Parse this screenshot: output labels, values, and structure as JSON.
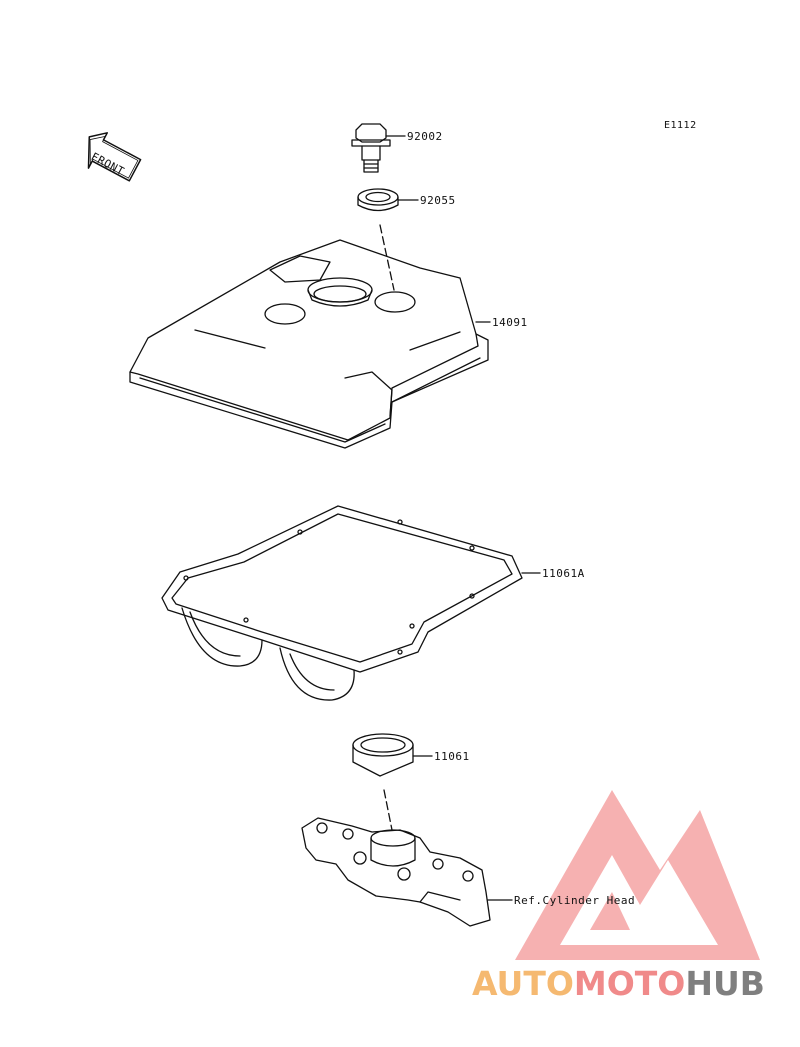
{
  "diagram": {
    "code": "E1112",
    "front_label": "FRONT",
    "parts": [
      {
        "number": "92002"
      },
      {
        "number": "92055"
      },
      {
        "number": "14091"
      },
      {
        "number": "11061A"
      },
      {
        "number": "11061"
      },
      {
        "number": "Ref.Cylinder Head"
      }
    ]
  },
  "watermark": {
    "part1": "AUTO",
    "part2": "MOTO",
    "part3": "HUB",
    "color1": "#f5b971",
    "color2": "#f08a8a",
    "color3": "#7f7f7f"
  }
}
